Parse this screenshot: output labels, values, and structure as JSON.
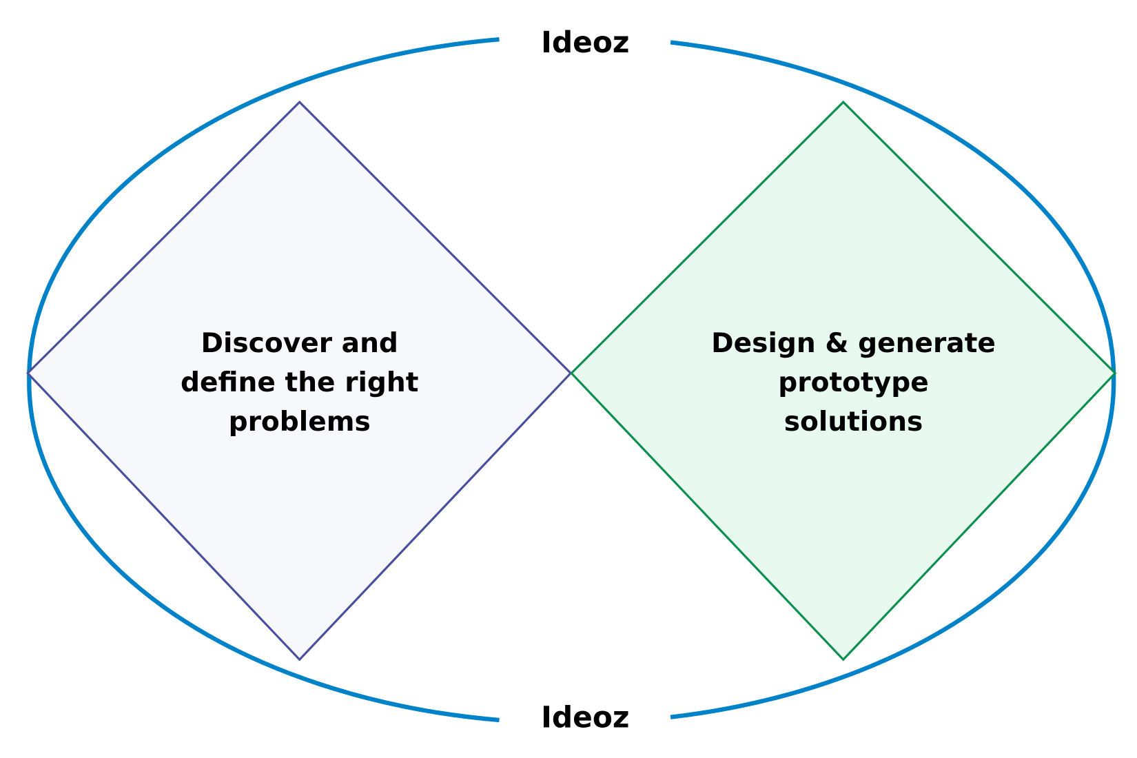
{
  "diagram": {
    "top_label": "Ideoz",
    "bottom_label": "Ideoz",
    "left_diamond": {
      "lines": [
        "Discover and",
        "define the right",
        "problems"
      ]
    },
    "right_diamond": {
      "lines": [
        "Design & generate",
        "prototype",
        "solutions"
      ]
    }
  },
  "colors": {
    "ellipse": "#0082c8",
    "left_stroke": "#4a4f9c",
    "left_fill": "#f6f8fc",
    "right_stroke": "#0a8f4e",
    "right_fill": "#e8faf0"
  }
}
